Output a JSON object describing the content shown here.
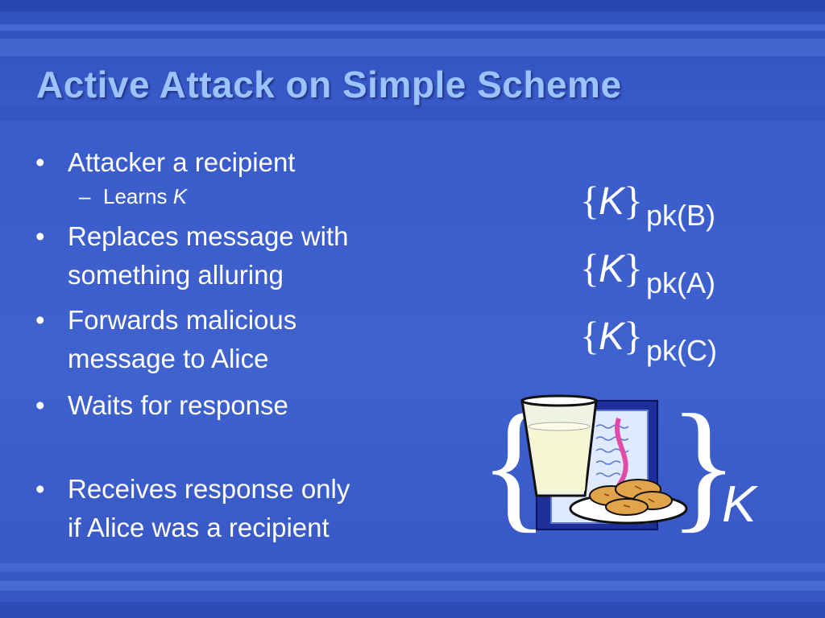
{
  "slide": {
    "title": "Active Attack on Simple Scheme",
    "bullets": [
      {
        "bullet": "•",
        "text": "Attacker a recipient"
      },
      {
        "dash": "–",
        "text": "Learns ",
        "italic": "K"
      },
      {
        "bullet": "•",
        "line1": "Replaces message with",
        "line2": "something alluring"
      },
      {
        "bullet": "•",
        "line1": "Forwards malicious",
        "line2": "message to Alice"
      },
      {
        "bullet": "•",
        "text": "Waits for response"
      },
      {
        "bullet": "•",
        "line1": "Receives response only",
        "line2": "if Alice was a recipient"
      }
    ],
    "formulas": [
      {
        "open": "{",
        "k": "K",
        "close": "}",
        "sub": "pk(B)"
      },
      {
        "open": "{",
        "k": "K",
        "close": "}",
        "sub": "pk(A)"
      },
      {
        "open": "{",
        "k": "K",
        "close": "}",
        "sub": "pk(C)"
      }
    ],
    "clipart": {
      "open": "{",
      "close": "}",
      "key": "K",
      "icon": "milk-and-cookies-icon"
    },
    "colors": {
      "background": "#3c5fc9",
      "title": "#9cc3ff",
      "text": "#ffffff"
    }
  }
}
